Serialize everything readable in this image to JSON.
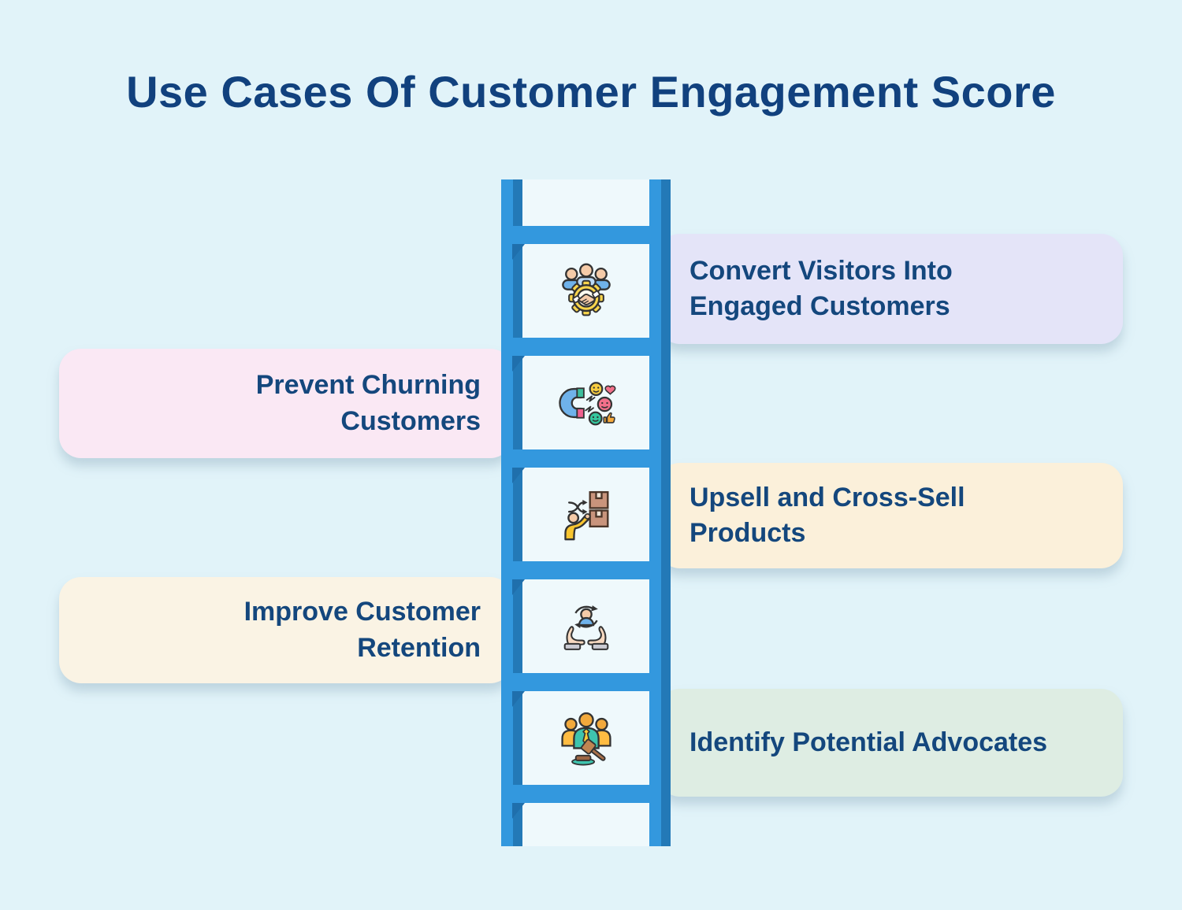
{
  "colors": {
    "background": "#E1F3F9",
    "title_text": "#11417E",
    "card_text": "#14477D",
    "ladder_blue": "#3398DE",
    "ladder_blue_dark": "#2379B7",
    "ladder_wedge_shadow": "#1F6FAC",
    "ladder_interior": "#EFF9FC"
  },
  "title": {
    "text": "Use Cases Of Customer Engagement Score"
  },
  "items": [
    {
      "label": "Convert Visitors Into\nEngaged Customers",
      "side": "right",
      "card_color": "#E4E4F8",
      "icon": "team-handshake-gear-icon"
    },
    {
      "label": "Prevent Churning\nCustomers",
      "side": "left",
      "card_color": "#FAE8F4",
      "icon": "magnet-attracting-customers-icon"
    },
    {
      "label": "Upsell and Cross-Sell\nProducts",
      "side": "right",
      "card_color": "#FBF0DA",
      "icon": "cross-sell-products-icon"
    },
    {
      "label": "Improve Customer\nRetention",
      "side": "left",
      "card_color": "#FAF3E4",
      "icon": "customer-retention-hands-icon"
    },
    {
      "label": "Identify Potential Advocates",
      "side": "right",
      "card_color": "#DEEDE3",
      "icon": "advocates-gavel-icon"
    }
  ]
}
